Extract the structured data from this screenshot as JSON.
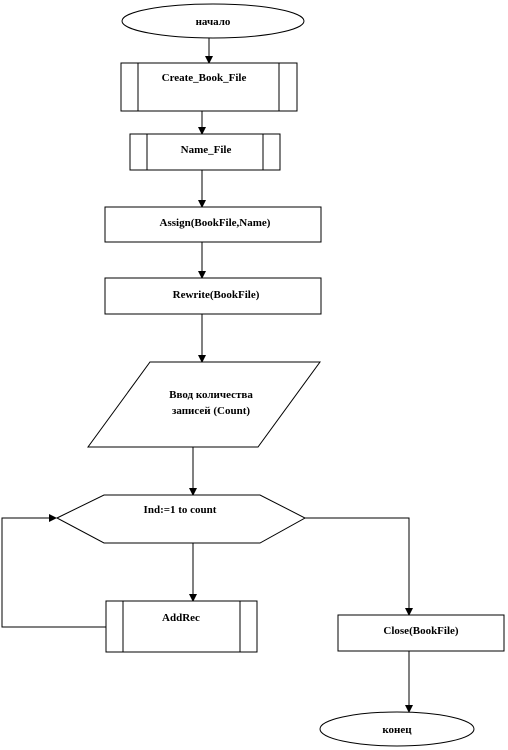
{
  "flowchart": {
    "start": "начало",
    "create_book_file": "Create_Book_File",
    "name_file": "Name_File",
    "assign": "Assign(BookFile,Name)",
    "rewrite": "Rewrite(BookFile)",
    "input_line1": "Ввод количества",
    "input_line2": "записей (Count)",
    "loop": "Ind:=1  to count",
    "add_rec": "AddRec",
    "close": "Close(BookFile)",
    "end": "конец"
  }
}
